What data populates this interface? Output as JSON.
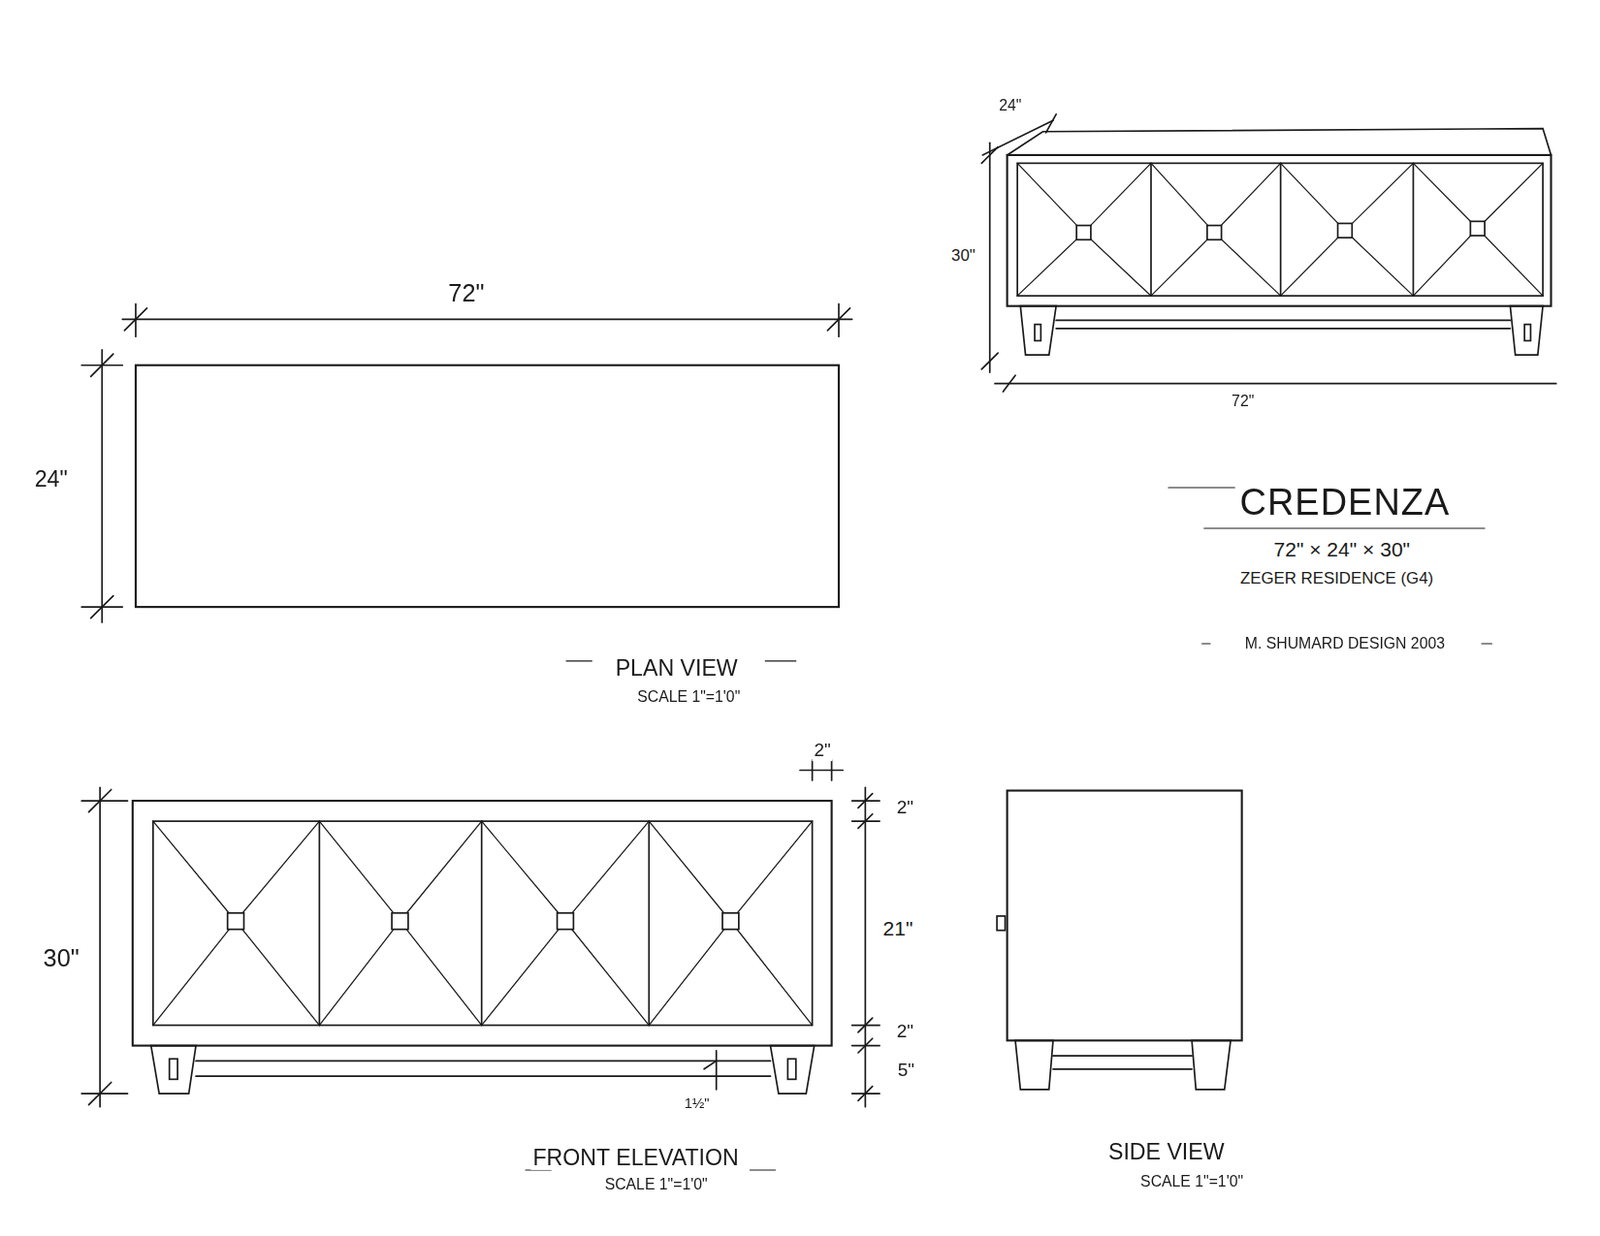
{
  "diagram": {
    "title": "CREDENZA",
    "labels": [
      "72\"",
      "24\"",
      "PLAN VIEW",
      "SCALE 1\"=1'0\"",
      "24\"",
      "30\"",
      "72\"",
      "72\" × 24\" × 30\"",
      "ZEGER RESIDENCE (G4)",
      "M. SHUMARD DESIGN 2003",
      "2\"",
      "2\"",
      "21\"",
      "2\"",
      "5\"",
      "30\"",
      "1½\"",
      "FRONT ELEVATION",
      "SCALE 1\"=1'0\"",
      "SIDE VIEW",
      "SCALE 1\"=1'0\""
    ]
  }
}
